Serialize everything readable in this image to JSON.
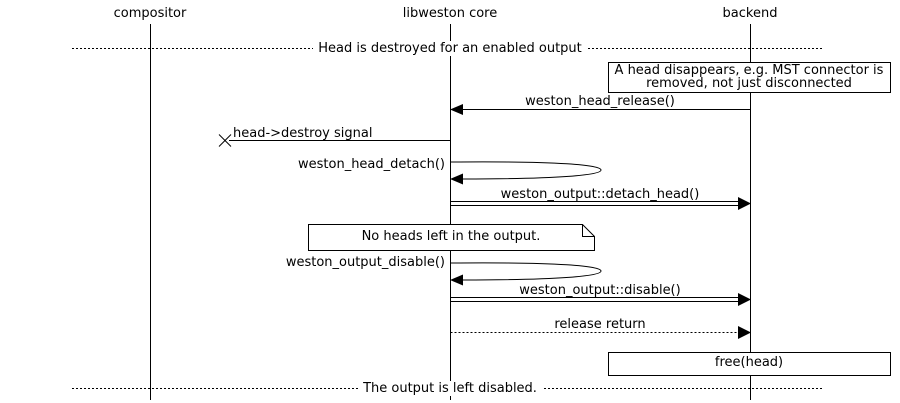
{
  "diagram": {
    "colors": {
      "line": "#000000",
      "background": "#ffffff"
    },
    "actors": [
      {
        "label": "compositor"
      },
      {
        "label": "libweston core"
      },
      {
        "label": "backend"
      }
    ],
    "dividers": {
      "top": "Head is destroyed for an enabled output",
      "bottom": "The output is left disabled."
    },
    "notes": {
      "head_disappears": {
        "line1": "A head disappears, e.g. MST connector is",
        "line2": "removed, not just disconnected"
      },
      "no_heads_left": "No heads left in the output.",
      "free_head": "free(head)"
    },
    "messages": {
      "head_release": "weston_head_release()",
      "destroy_signal": "head->destroy signal",
      "head_detach": "weston_head_detach()",
      "detach_head": "weston_output::detach_head()",
      "output_disable": "weston_output_disable()",
      "disable": "weston_output::disable()",
      "release_return": "release return"
    }
  }
}
